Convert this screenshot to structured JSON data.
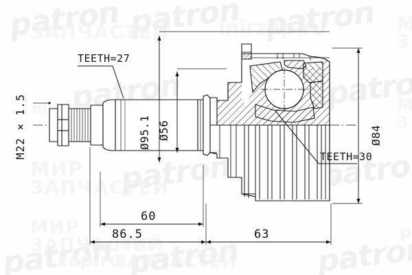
{
  "drawing": {
    "title": "CV Joint Outer Assembly Cross-Section Drawing",
    "background_color": "#fefefe",
    "line_color": "#111111",
    "watermark_color": "#f0f0f0"
  },
  "labels": {
    "teeth_shaft": "TEETH=27",
    "teeth_hub": "TEETH=30",
    "thread": "M22 × 1.5",
    "dia_95_1": "Ø95.1",
    "dia_56": "Ø56",
    "dia_84": "Ø84",
    "len_60": "60",
    "len_86_5": "86.5",
    "len_63": "63"
  },
  "watermarks": {
    "brand": "patron",
    "brand_ru": "ЗАПЧАСТЕЙ",
    "site": "mirzap.ru",
    "mir": "МИР",
    "zap": "ЗАПЧАСТЕЙ",
    "site_short": "zap.ru",
    "m_letter": "M",
    "three_letter": "3",
    "p_letter": "p"
  }
}
